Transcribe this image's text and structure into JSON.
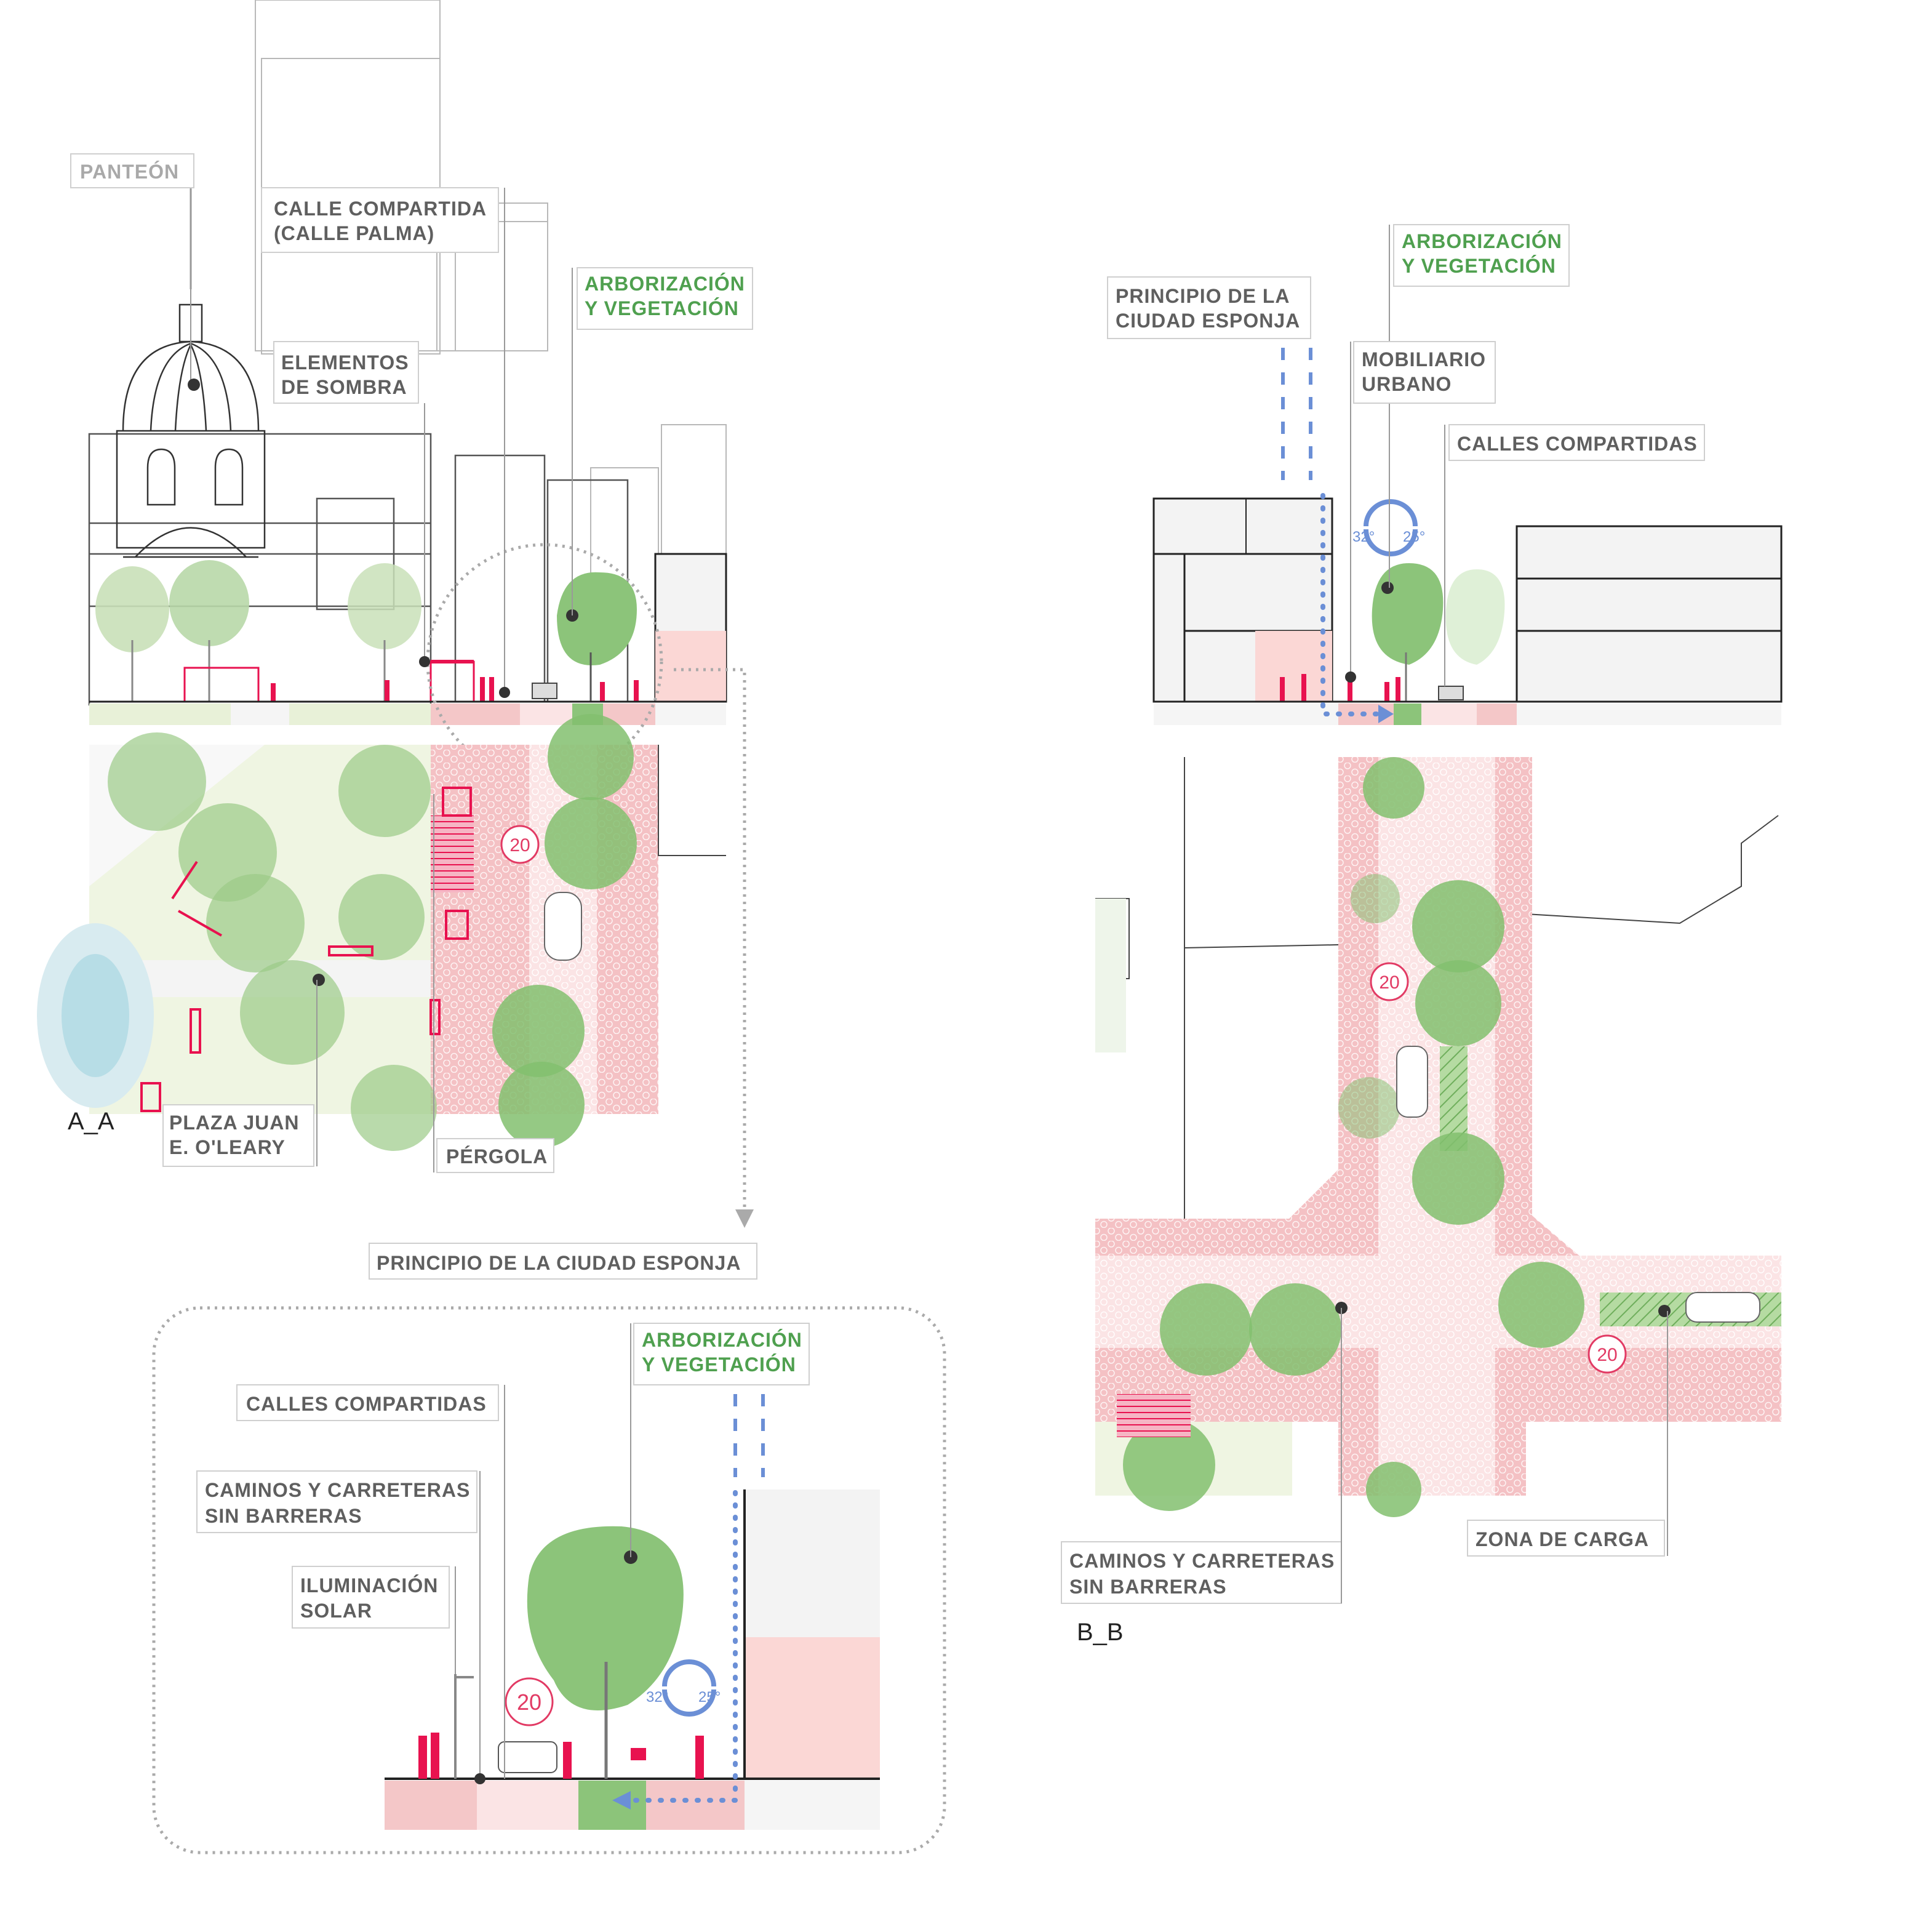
{
  "colors": {
    "accent_pink": "#e8124f",
    "pavement_pink": "#f4c3c6",
    "vegetation_green": "#8cc47a",
    "label_grey": "#5f5f5f",
    "label_green": "#4fa04f",
    "water_blue": "#6b8fd6"
  },
  "section_aa": {
    "title": "A_A",
    "labels": {
      "panteon": "PANTEÓN",
      "calle_compartida_1": "CALLE COMPARTIDA",
      "calle_compartida_2": "(CALLE PALMA)",
      "elementos_sombra_1": "ELEMENTOS",
      "elementos_sombra_2": "DE SOMBRA",
      "arborizacion_1": "ARBORIZACIÓN",
      "arborizacion_2": "Y VEGETACIÓN",
      "plaza_1": "PLAZA JUAN",
      "plaza_2": "E. O'LEARY",
      "pergola": "PÉRGOLA"
    },
    "speed_sign": "20"
  },
  "detail": {
    "title": "PRINCIPIO DE LA CIUDAD ESPONJA",
    "labels": {
      "calles_compartidas": "CALLES COMPARTIDAS",
      "caminos_1": "CAMINOS Y CARRETERAS",
      "caminos_2": "SIN BARRERAS",
      "iluminacion_1": "ILUMINACIÓN",
      "iluminacion_2": "SOLAR",
      "arborizacion_1": "ARBORIZACIÓN",
      "arborizacion_2": "Y VEGETACIÓN"
    },
    "speed_sign": "20",
    "angle_left": "32°",
    "angle_right": "25°"
  },
  "section_bb": {
    "title": "B_B",
    "labels": {
      "arborizacion_1": "ARBORIZACIÓN",
      "arborizacion_2": "Y VEGETACIÓN",
      "esponja_1": "PRINCIPIO DE LA",
      "esponja_2": "CIUDAD ESPONJA",
      "mobiliario_1": "MOBILIARIO",
      "mobiliario_2": "URBANO",
      "calles_compartidas": "CALLES COMPARTIDAS",
      "caminos_1": "CAMINOS Y CARRETERAS",
      "caminos_2": "SIN BARRERAS",
      "zona_carga": "ZONA DE CARGA"
    },
    "speed_sign_1": "20",
    "speed_sign_2": "20",
    "angle_left": "32°",
    "angle_right": "25°"
  }
}
